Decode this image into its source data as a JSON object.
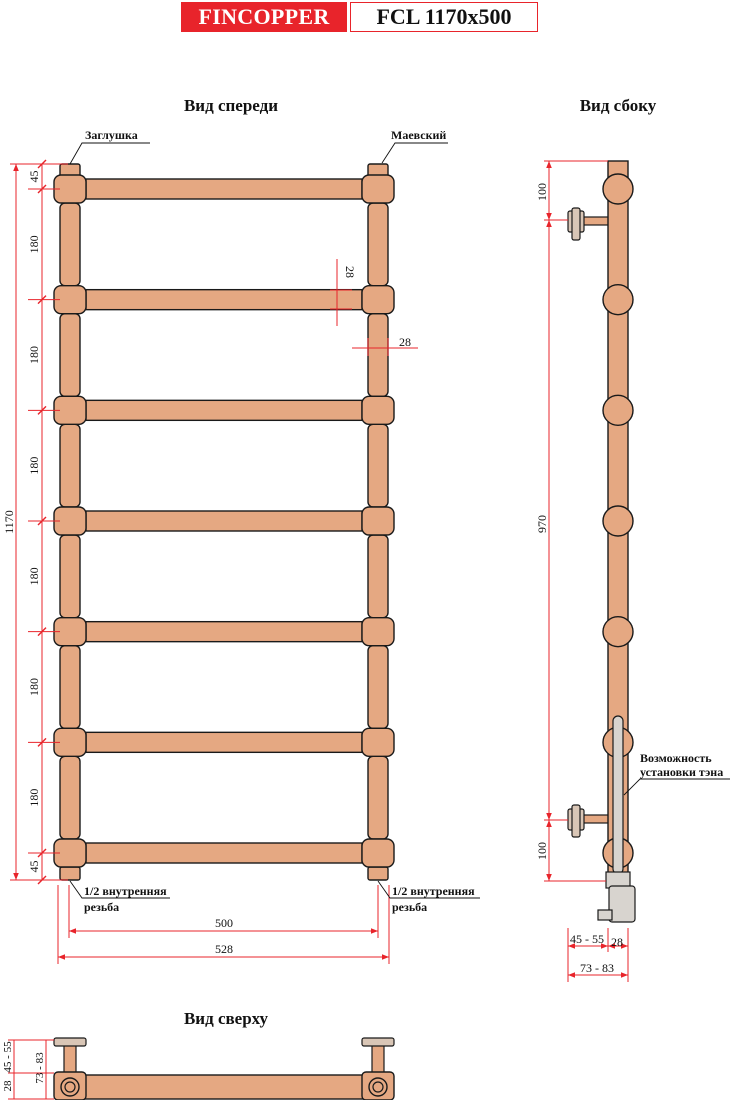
{
  "header": {
    "brand": "FINCOPPER",
    "model": "FCL 1170x500"
  },
  "views": {
    "front": "Вид спереди",
    "side": "Вид сбоку",
    "top": "Вид сверху"
  },
  "labels": {
    "plug": "Заглушка",
    "mayevsky": "Маевский",
    "thread_line1": "1/2 внутренняя",
    "thread_line2": "резьба",
    "heater_line1": "Возможность",
    "heater_line2": "установки тэна"
  },
  "dims": {
    "total_height": "1170",
    "top_offset": "45",
    "bottom_offset": "45",
    "rung_spacing": [
      "180",
      "180",
      "180",
      "180",
      "180",
      "180"
    ],
    "rung_diameter": "28",
    "riser_diameter": "28",
    "width_centers": "500",
    "width_total": "528",
    "side_top": "100",
    "side_mid": "970",
    "side_bottom": "100",
    "wall_offset": "45 - 55",
    "side_pipe": "28",
    "depth_total": "73 - 83",
    "top_28": "28",
    "top_45_55": "45 - 55",
    "top_73_83": "73 - 83"
  },
  "colors": {
    "copper": "#e5a882",
    "outline": "#1a1a1a",
    "dimension": "#e8242b",
    "brand": "#e8242b",
    "mount": "#d9c6b6",
    "heater": "#d8d4cf"
  }
}
